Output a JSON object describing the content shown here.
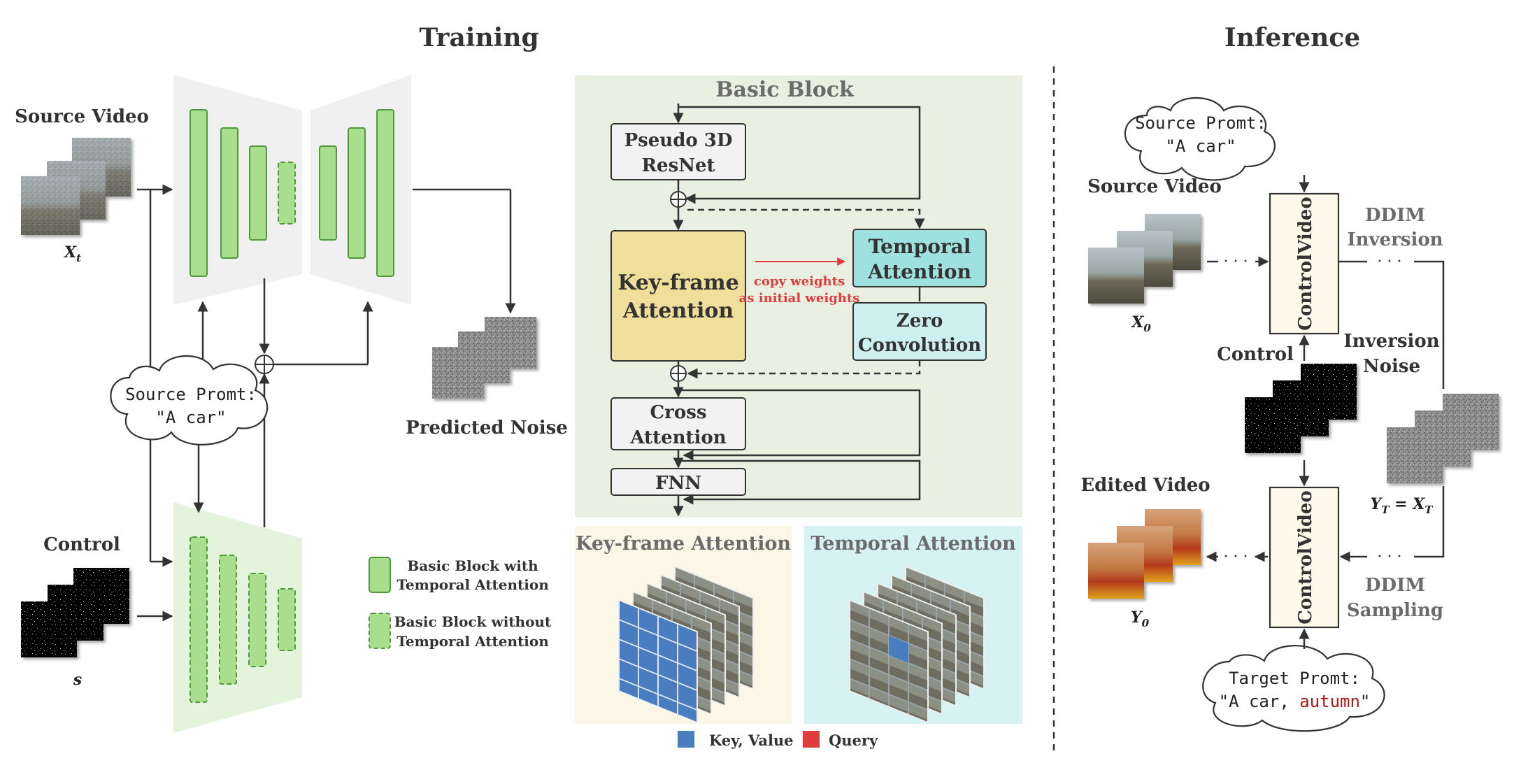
{
  "training": {
    "title": "Training",
    "source_video_label": "Source Video",
    "xt_label": "X",
    "xt_sub": "t",
    "control_label": "Control",
    "s_label": "s",
    "prompt_line1": "Source Promt:",
    "prompt_line2": "\"A car\"",
    "predicted_noise_label": "Predicted Noise",
    "legend": {
      "with_line1": "Basic Block with",
      "with_line2": "Temporal Attention",
      "without_line1": "Basic Block without",
      "without_line2": "Temporal Attention"
    }
  },
  "basic_block": {
    "title": "Basic Block",
    "pseudo3d_line1": "Pseudo 3D",
    "pseudo3d_line2": "ResNet",
    "keyframe_line1": "Key-frame",
    "keyframe_line2": "Attention",
    "temporal_line1": "Temporal",
    "temporal_line2": "Attention",
    "zero_line1": "Zero",
    "zero_line2": "Convolution",
    "cross_line1": "Cross",
    "cross_line2": "Attention",
    "fnn": "FNN",
    "copy_line1": "copy weights",
    "copy_line2": "as initial weights"
  },
  "attention_panels": {
    "keyframe_title": "Key-frame Attention",
    "temporal_title": "Temporal Attention",
    "legend_kv": "Key, Value",
    "legend_query": "Query"
  },
  "inference": {
    "title": "Inference",
    "source_prompt_line1": "Source Promt:",
    "source_prompt_line2": "\"A car\"",
    "source_video_label": "Source Video",
    "x0_label": "X",
    "x0_sub": "0",
    "controlvideo_label": "ControlVideo",
    "ddim_inv_line1": "DDIM",
    "ddim_inv_line2": "Inversion",
    "control_label": "Control",
    "inv_noise_line1": "Inversion",
    "inv_noise_line2": "Noise",
    "yt_label": "Y",
    "yt_sub": "T",
    "yt_eq": " = ",
    "xt_label": "X",
    "xt_sub": "T",
    "edited_video_label": "Edited Video",
    "y0_label": "Y",
    "y0_sub": "0",
    "ddim_samp_line1": "DDIM",
    "ddim_samp_line2": "Sampling",
    "target_prompt_line1": "Target Promt:",
    "target_prompt_line2a": "\"A car, ",
    "target_prompt_line2b": "autumn",
    "target_prompt_line2c": "\"",
    "ellipsis": "· · ·"
  },
  "colors": {
    "green_block": "#a9de8f",
    "green_border": "#4f9a3a",
    "panel_green": "#e9f0e2",
    "keyframe_fill": "#efdf9a",
    "temporal_fill": "#9fe0e0",
    "zero_fill": "#cdeff0",
    "panel_yellow": "#fbf7e6",
    "panel_cyan": "#d6f2f2",
    "red_arrow": "#e03c3c",
    "key_value": "#4a7cc0",
    "query": "#e03c3c",
    "autumn_text": "#b01818"
  }
}
